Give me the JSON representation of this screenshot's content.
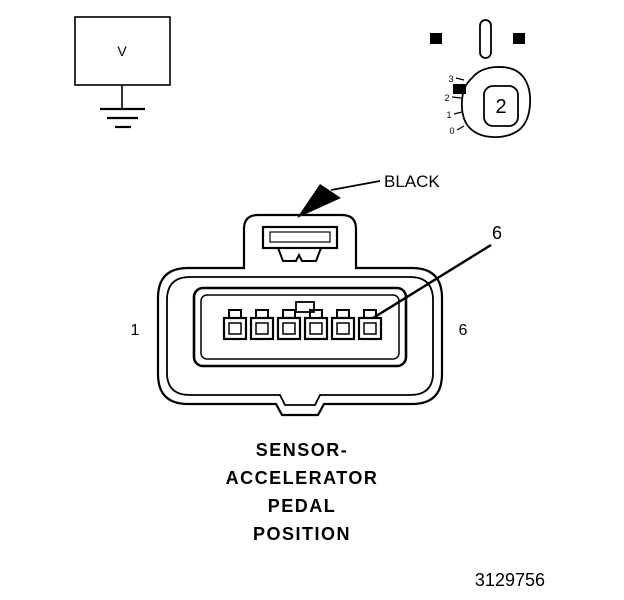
{
  "colors": {
    "ink": "#000000",
    "background": "#ffffff"
  },
  "meter": {
    "label": "V"
  },
  "mini_connector": {
    "cavity_label": "2",
    "ticks": [
      "3",
      "2",
      "1",
      "0"
    ]
  },
  "connector": {
    "color_label": "BLACK",
    "callout_pin": "6",
    "pin_left_label": "1",
    "pin_right_label": "6"
  },
  "caption": {
    "lines": [
      "SENSOR-",
      "ACCELERATOR",
      "PEDAL",
      "POSITION"
    ]
  },
  "figure": {
    "number": "3129756"
  }
}
